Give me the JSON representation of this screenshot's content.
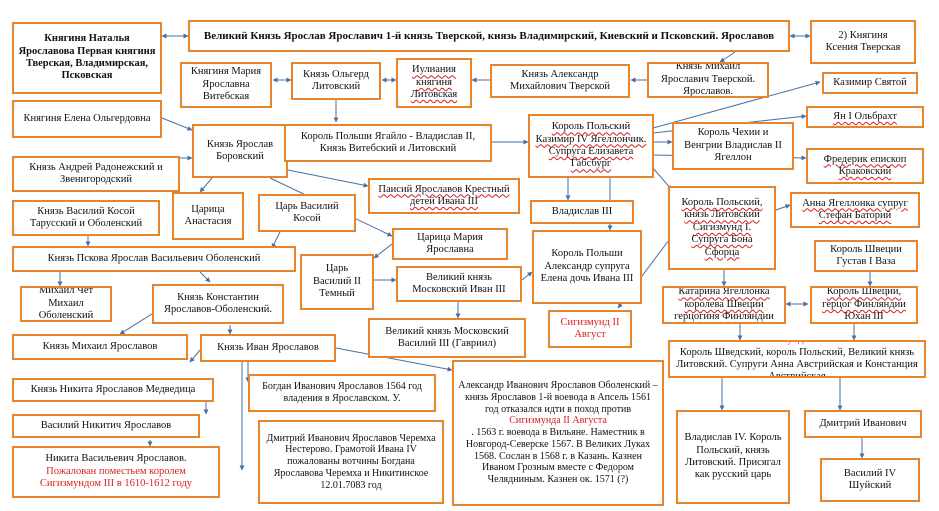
{
  "diagram": {
    "nodes": [
      {
        "id": "natalia",
        "text": "Княгиня  Наталья Ярославова Первая княгиня Тверская, Владимирская,  Псковская",
        "bold": true
      },
      {
        "id": "yaroslav1",
        "text": "Великий  Князь Ярослав Ярославич 1-й князь Тверской, князь Владимирский,  Киевский  и Псковский. Ярославов",
        "bold": true
      },
      {
        "id": "ksenia",
        "text": "2) Княгиня\nКсения Тверская"
      },
      {
        "id": "maria_vit",
        "text": "Княгиня Мария Ярославна Витебская"
      },
      {
        "id": "olgerd",
        "text": "Князь Ольгерд Литовский"
      },
      {
        "id": "uliania",
        "text": "Иулиания княгиня Литовская",
        "wavy": true
      },
      {
        "id": "alexander_m",
        "text": "Князь Александр Михайлович  Тверской"
      },
      {
        "id": "mikhail_ya",
        "text": "Князь  Михаил  Ярославич Тверской. Ярославов."
      },
      {
        "id": "kazimir_sv",
        "text": "Казимир Святой"
      },
      {
        "id": "elena_olg",
        "text": "Княгиня    Елена Ольгердовна"
      },
      {
        "id": "yaroslav_bor",
        "text": "Князь Ярослав Боровский"
      },
      {
        "id": "jagiello",
        "text": "Король Польши Ягайло - Владислав II, Князь  Витебский  и Литовский"
      },
      {
        "id": "kazimir4",
        "text": "Король  Польский Казимир   IV Ягеллончик. Супруга Елизавета Габсбург",
        "wavy": true
      },
      {
        "id": "vladislav_cz",
        "text": "Король Чехии и Венгрии Владислав II Ягеллон"
      },
      {
        "id": "jan_olbr",
        "text": "Ян I Ольбрахт",
        "wavy": true
      },
      {
        "id": "andrey_rad",
        "text": "Князь  Андрей  Радонежский и Звенигородский"
      },
      {
        "id": "paisiy",
        "text": "Паисий   Ярославов Крестный детей Ивана  III",
        "wavy": true
      },
      {
        "id": "fryderyk",
        "text": "Фредерик епископ Краковский",
        "wavy": true
      },
      {
        "id": "vasiliy_kosoy",
        "text": "Князь  Василий  Косой Тарусский  и Оболенский"
      },
      {
        "id": "tsaritsa_an",
        "text": "Царица Анастасия"
      },
      {
        "id": "tsar_vas_kos",
        "text": "Царь  Василий Косой"
      },
      {
        "id": "vladislav3",
        "text": "Владислав  III"
      },
      {
        "id": "sigismund1",
        "text": "Король Польский, князь Литовский Сигизмунд I. Супруга Бона Сфорца",
        "wavy": true
      },
      {
        "id": "anna_jag",
        "text": "Анна Ягеллонка супруг Стефан Баторий",
        "wavy": true
      },
      {
        "id": "tsaritsa_maria",
        "text": "Царица Мария Ярославна"
      },
      {
        "id": "alexander_pol",
        "text": "Король Польши Александр супруга Елена дочь Ивана III"
      },
      {
        "id": "pskov_yar",
        "text": "Князь Пскова  Ярослав Васильевич  Оболенский"
      },
      {
        "id": "tsar_vas2",
        "text": "Царь\nВасилий II\nТемный"
      },
      {
        "id": "ivan3",
        "text": "Великий   князь Московский  Иван  III"
      },
      {
        "id": "gustav",
        "text": "Король Швеции Густав I  Ваза"
      },
      {
        "id": "mikhail_chet",
        "text": "Михаил Чет Михаил Оболенский"
      },
      {
        "id": "konstantin",
        "text": "Князь  Константин Ярославов-Оболенский."
      },
      {
        "id": "katarina",
        "text": "Катарина Ягеллонка королева Швеции герцогиня  Финляндии",
        "wavy": true
      },
      {
        "id": "juhan3",
        "text": "Король Швеции, герцог  Финляндии Юхан III",
        "wavy": true
      },
      {
        "id": "vasiliy3",
        "text": "Великий   князь Московский Василий III (Гавриил)"
      },
      {
        "id": "sigismund2",
        "text": "Сигизмунд II Август",
        "red": true
      },
      {
        "id": "mikhail_yar",
        "text": "Князь  Михаил Ярославов"
      },
      {
        "id": "ivan_yar",
        "text": "Князь Иван Ярославов"
      },
      {
        "id": "alexander_ob",
        "text": "Александр Иванович Ярославов Оболенский – князь Ярославов  1-й воевода в Апсель 1561 год отказался идти  в поход  против  Сигизмунда II Августа. 1563 г. воевода  в Вильяне. Наместник  в Новгород-Северске 1567. В Великих  Луках 1568. Сослан в 1568 г. в Казань. Казнен Иваном Грозным вместе с Федором Челядниным. Казнен ок. 1571 (?)"
      },
      {
        "id": "sigismund3",
        "text": "Сигизмунд III Ваза Король Шведский, король Польский, Великий князь Литовский.  Супруги Анна  Австрийская  и Констанция  Австрийская"
      },
      {
        "id": "nikita_med",
        "text": "Князь Никита Ярославов   Медведица"
      },
      {
        "id": "bogdan",
        "text": "Богдан  Иванович Ярославов  1564 год владения в Ярославском. У."
      },
      {
        "id": "vasiliy_nik",
        "text": "Василий Никитич  Ярославов"
      },
      {
        "id": "dmitriy_ch",
        "text": "Дмитрий  Иванович Ярославов Черемха  Нестерово. Грамотой Ивана IV пожалованы вотчины Богдана Ярославова  Черемха и Никитинское 12.01.7083 год"
      },
      {
        "id": "vladislav4",
        "text": "Владислав IV. Король Польский, князь Литовский. Присягал как русский царь"
      },
      {
        "id": "dmitriy_iv",
        "text": "Дмитрий Иванович"
      },
      {
        "id": "nikita_vas",
        "text": "Никита  Васильевич Ярославов. Пожалован поместьем  королем Сигизмундом  III  в 1610-1612 году"
      },
      {
        "id": "vasiliy4",
        "text": "Василий IV Шуйский"
      }
    ]
  }
}
